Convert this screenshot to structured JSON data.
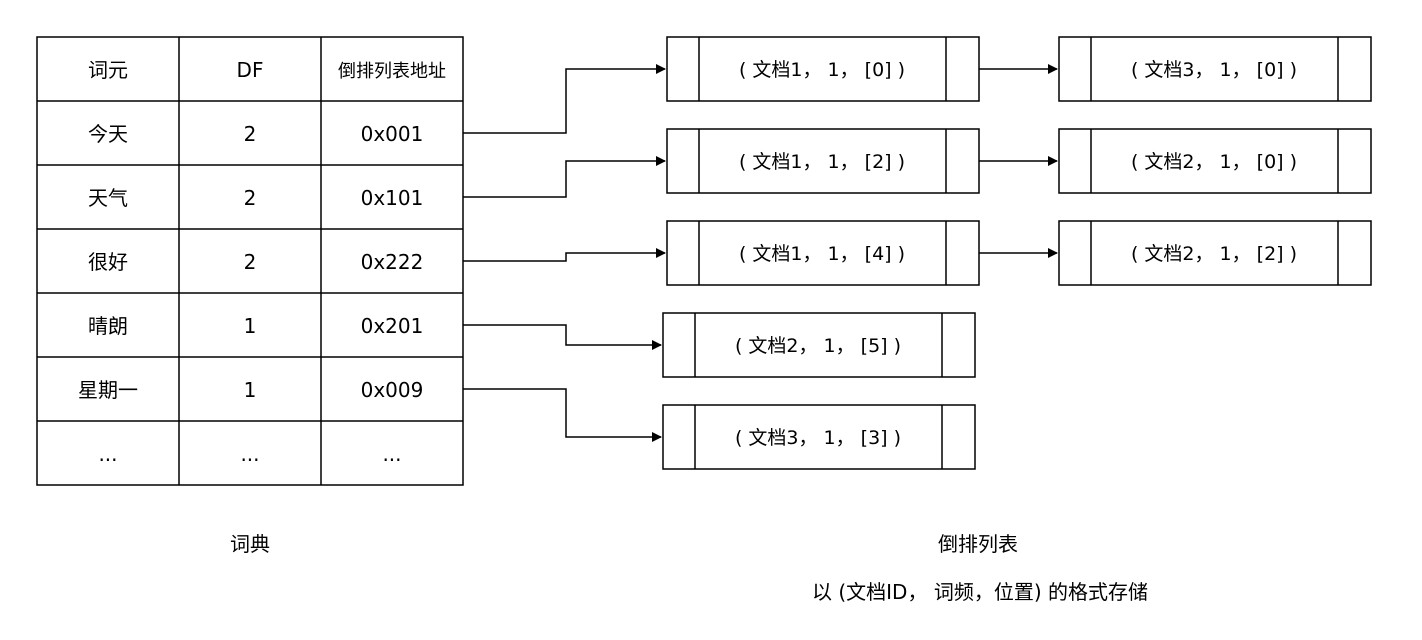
{
  "dictionary": {
    "headers": [
      "词元",
      "DF",
      "倒排列表地址"
    ],
    "rows": [
      {
        "term": "今天",
        "df": "2",
        "addr": "0x001"
      },
      {
        "term": "天气",
        "df": "2",
        "addr": "0x101"
      },
      {
        "term": "很好",
        "df": "2",
        "addr": "0x222"
      },
      {
        "term": "晴朗",
        "df": "1",
        "addr": "0x201"
      },
      {
        "term": "星期一",
        "df": "1",
        "addr": "0x009"
      },
      {
        "term": "...",
        "df": "...",
        "addr": "..."
      }
    ],
    "caption": "词典"
  },
  "postings": {
    "caption": "倒排列表",
    "format_note": "以 (文档ID， 词频，位置) 的格式存储",
    "lists": [
      [
        "( 文档1， 1， [0] )",
        "( 文档3， 1， [0] )"
      ],
      [
        "( 文档1， 1， [2] )",
        "( 文档2， 1， [0] )"
      ],
      [
        "( 文档1， 1， [4] )",
        "( 文档2， 1， [2] )"
      ],
      [
        "( 文档2， 1， [5] )"
      ],
      [
        "( 文档3， 1， [3] )"
      ]
    ]
  }
}
